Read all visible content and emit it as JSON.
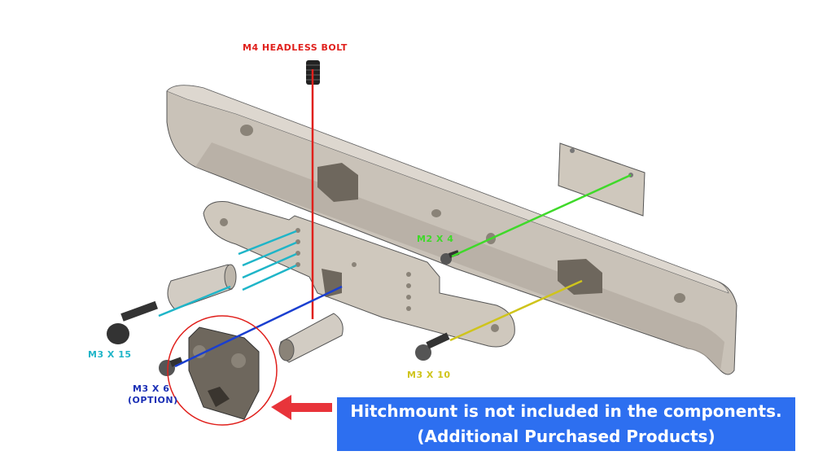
{
  "labels": {
    "headless_bolt": "M4 HEADLESS BOLT",
    "m2x4": "M2 X 4",
    "m3x15": "M3 X 15",
    "m3x6": "M3 X 6",
    "m3x6_option": "(OPTION)",
    "m3x10": "M3 X 10"
  },
  "note": {
    "line1": "Hitchmount is not included in the components.",
    "line2": "(Additional Purchased Products)"
  },
  "colors": {
    "red": "#e0201c",
    "green": "#3fd92a",
    "cyan": "#1fb5c8",
    "blue": "#1a3fd0",
    "yellow": "#cfc41c",
    "note_bg": "#2d6ff0",
    "part": "#c9c2b8"
  }
}
